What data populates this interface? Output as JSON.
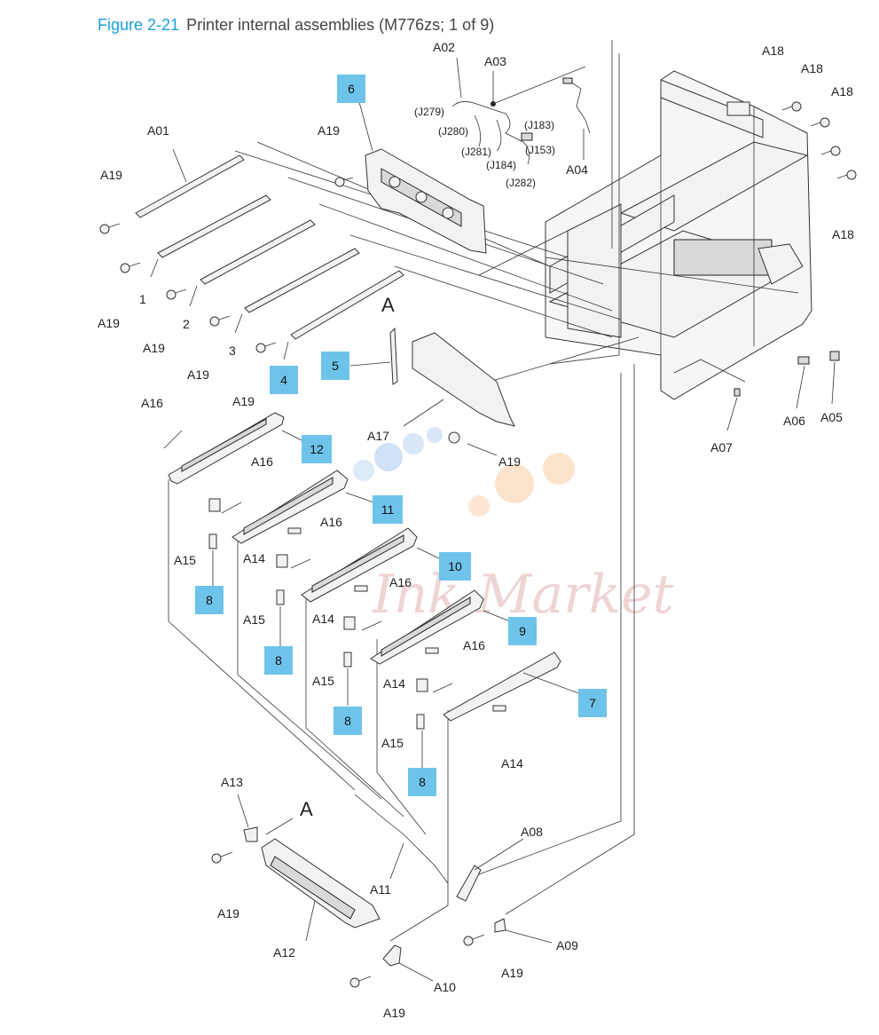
{
  "figure": {
    "number": "Figure 2-21",
    "caption": "Printer internal assemblies (M776zs; 1 of 9)"
  },
  "watermark": "Ink-Market",
  "colors": {
    "figure_number": "#1aa0d8",
    "callout_fill": "#6ec3ea"
  },
  "section_marks": [
    "A",
    "A"
  ],
  "callouts": [
    "6",
    "5",
    "4",
    "12",
    "11",
    "10",
    "9",
    "7",
    "8",
    "8",
    "8",
    "8"
  ],
  "rail_numbers": [
    "1",
    "2",
    "3"
  ],
  "connectors": [
    "(J279)",
    "(J280)",
    "(J281)",
    "(J183)",
    "(J153)",
    "(J184)",
    "(J282)"
  ],
  "labels": {
    "a01": "A01",
    "a02": "A02",
    "a03": "A03",
    "a04": "A04",
    "a05": "A05",
    "a06": "A06",
    "a07": "A07",
    "a08": "A08",
    "a09": "A09",
    "a10": "A10",
    "a11": "A11",
    "a12": "A12",
    "a13": "A13",
    "a14": "A14",
    "a15": "A15",
    "a16": "A16",
    "a17": "A17",
    "a18": "A18",
    "a19": "A19"
  }
}
